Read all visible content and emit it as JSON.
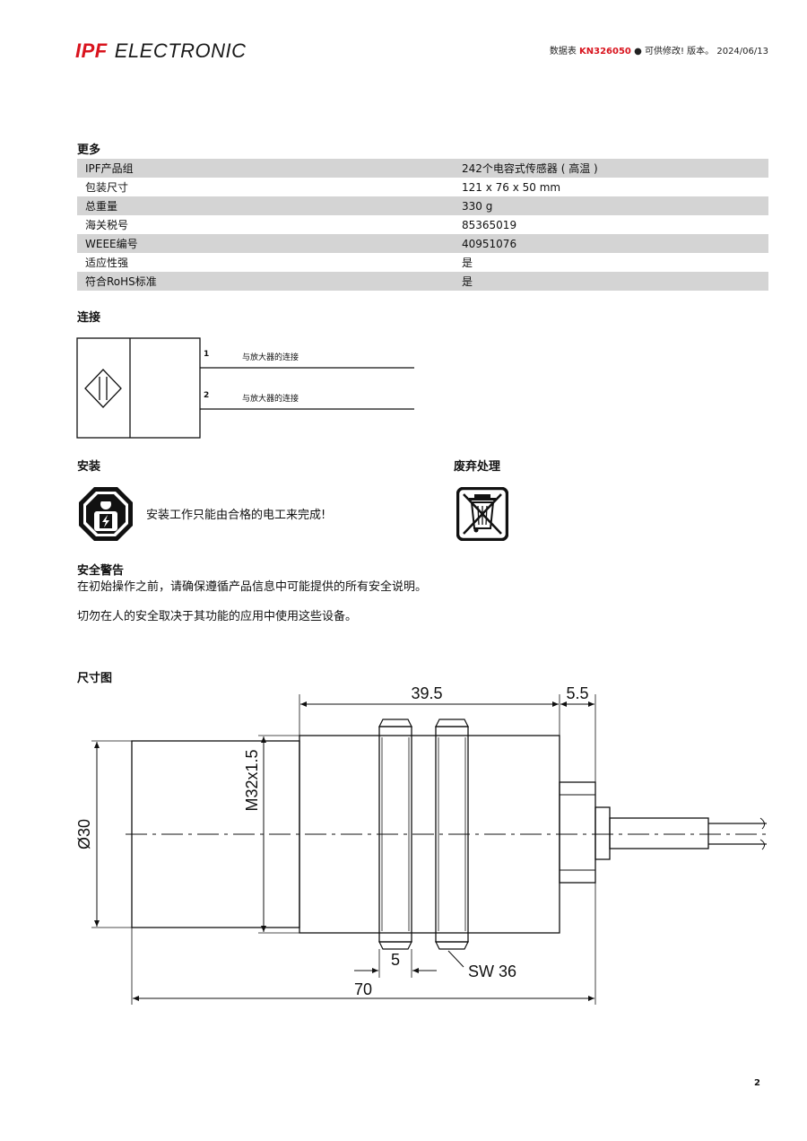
{
  "header": {
    "brand": "IPF",
    "brand_rest": "ELECTRONIC",
    "doc_label": "数据表",
    "doc_code": "KN326050",
    "doc_note": "● 可供修改! 版本。 2024/06/13"
  },
  "more": {
    "title": "更多",
    "rows": [
      {
        "key": "IPF产品组",
        "value": "242个电容式传感器 ( 高温 )"
      },
      {
        "key": "包装尺寸",
        "value": "121 x 76 x 50 mm"
      },
      {
        "key": "总重量",
        "value": "330 g"
      },
      {
        "key": "海关税号",
        "value": "85365019"
      },
      {
        "key": "WEEE编号",
        "value": "40951076"
      },
      {
        "key": "适应性强",
        "value": "是"
      },
      {
        "key": "符合RoHS标准",
        "value": "是"
      }
    ]
  },
  "connection": {
    "title": "连接",
    "pins": [
      {
        "num": "1",
        "label": "与放大器的连接"
      },
      {
        "num": "2",
        "label": "与放大器的连接"
      }
    ]
  },
  "install": {
    "title": "安装",
    "text": "安装工作只能由合格的电工来完成!"
  },
  "disposal": {
    "title": "废弃处理"
  },
  "safety": {
    "title": "安全警告",
    "line1": "在初始操作之前，请确保遵循产品信息中可能提供的所有安全说明。",
    "line2": "切勿在人的安全取决于其功能的应用中使用这些设备。"
  },
  "dimensions": {
    "title": "尺寸图",
    "d_39_5": "39.5",
    "d_5_5": "5.5",
    "d_thread": "M32x1.5",
    "d_dia": "Ø30",
    "d_5": "5",
    "d_sw": "SW 36",
    "d_70": "70"
  },
  "footer": {
    "page": "2"
  }
}
